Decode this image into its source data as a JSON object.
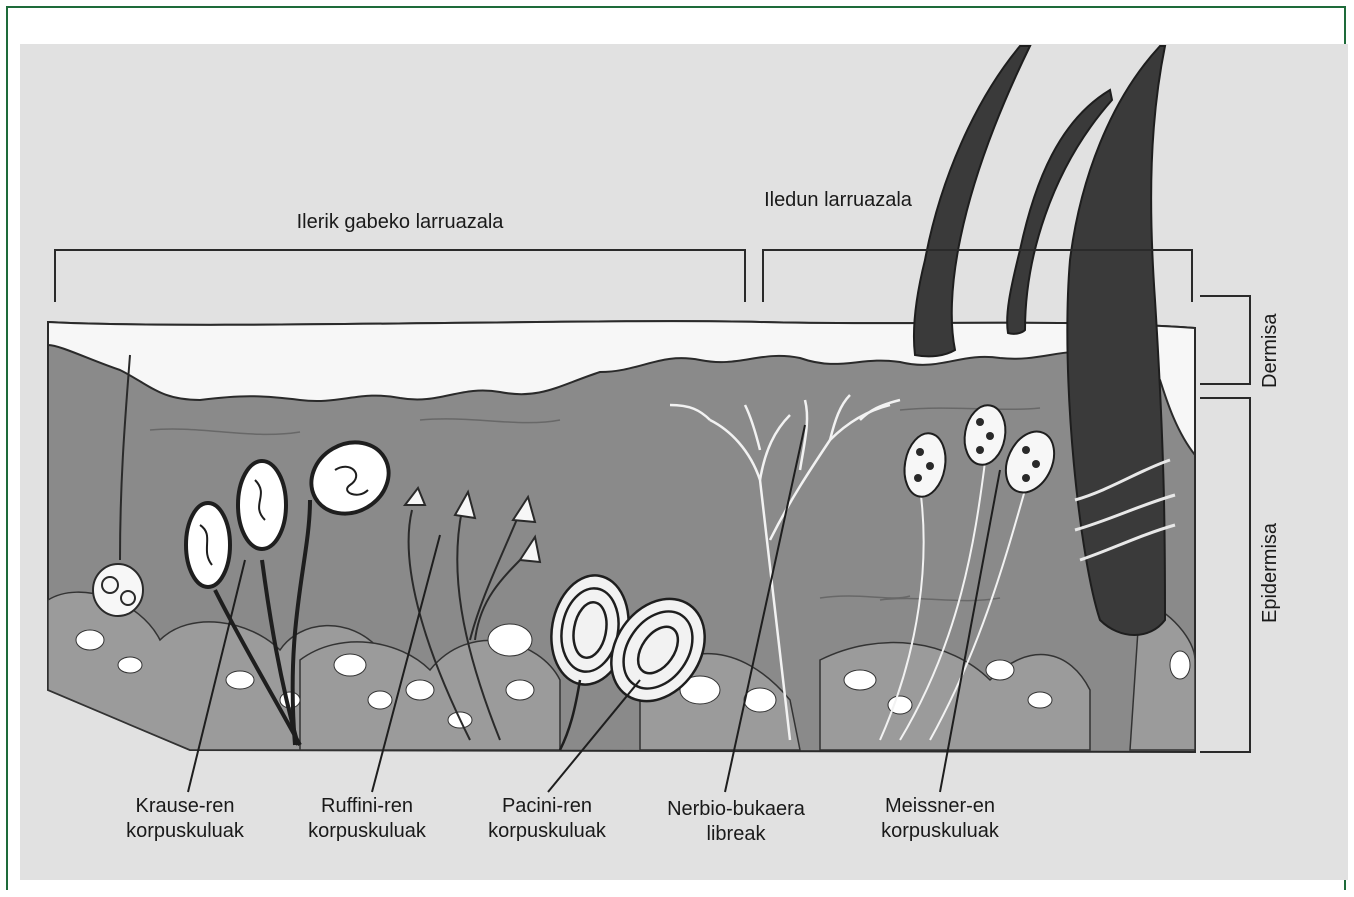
{
  "regions": {
    "hairless_skin": "Ilerik gabeko larruazala",
    "hairy_skin": "Iledun larruazala"
  },
  "layers": {
    "upper": "Dermisa",
    "lower": "Epidermisa"
  },
  "receptors": [
    {
      "line1": "Krause-ren",
      "line2": "korpuskuluak"
    },
    {
      "line1": "Ruffini-ren",
      "line2": "korpuskuluak"
    },
    {
      "line1": "Pacini-ren",
      "line2": "korpuskuluak"
    },
    {
      "line1": "Nerbio-bukaera",
      "line2": "libreak"
    },
    {
      "line1": "Meissner-en",
      "line2": "korpuskuluak"
    }
  ],
  "colors": {
    "frame": "#1e6b3a",
    "background": "#e1e1e1",
    "tissue": "#8a8a8a",
    "surface": "#f7f7f7",
    "hair": "#3a3a3a"
  }
}
